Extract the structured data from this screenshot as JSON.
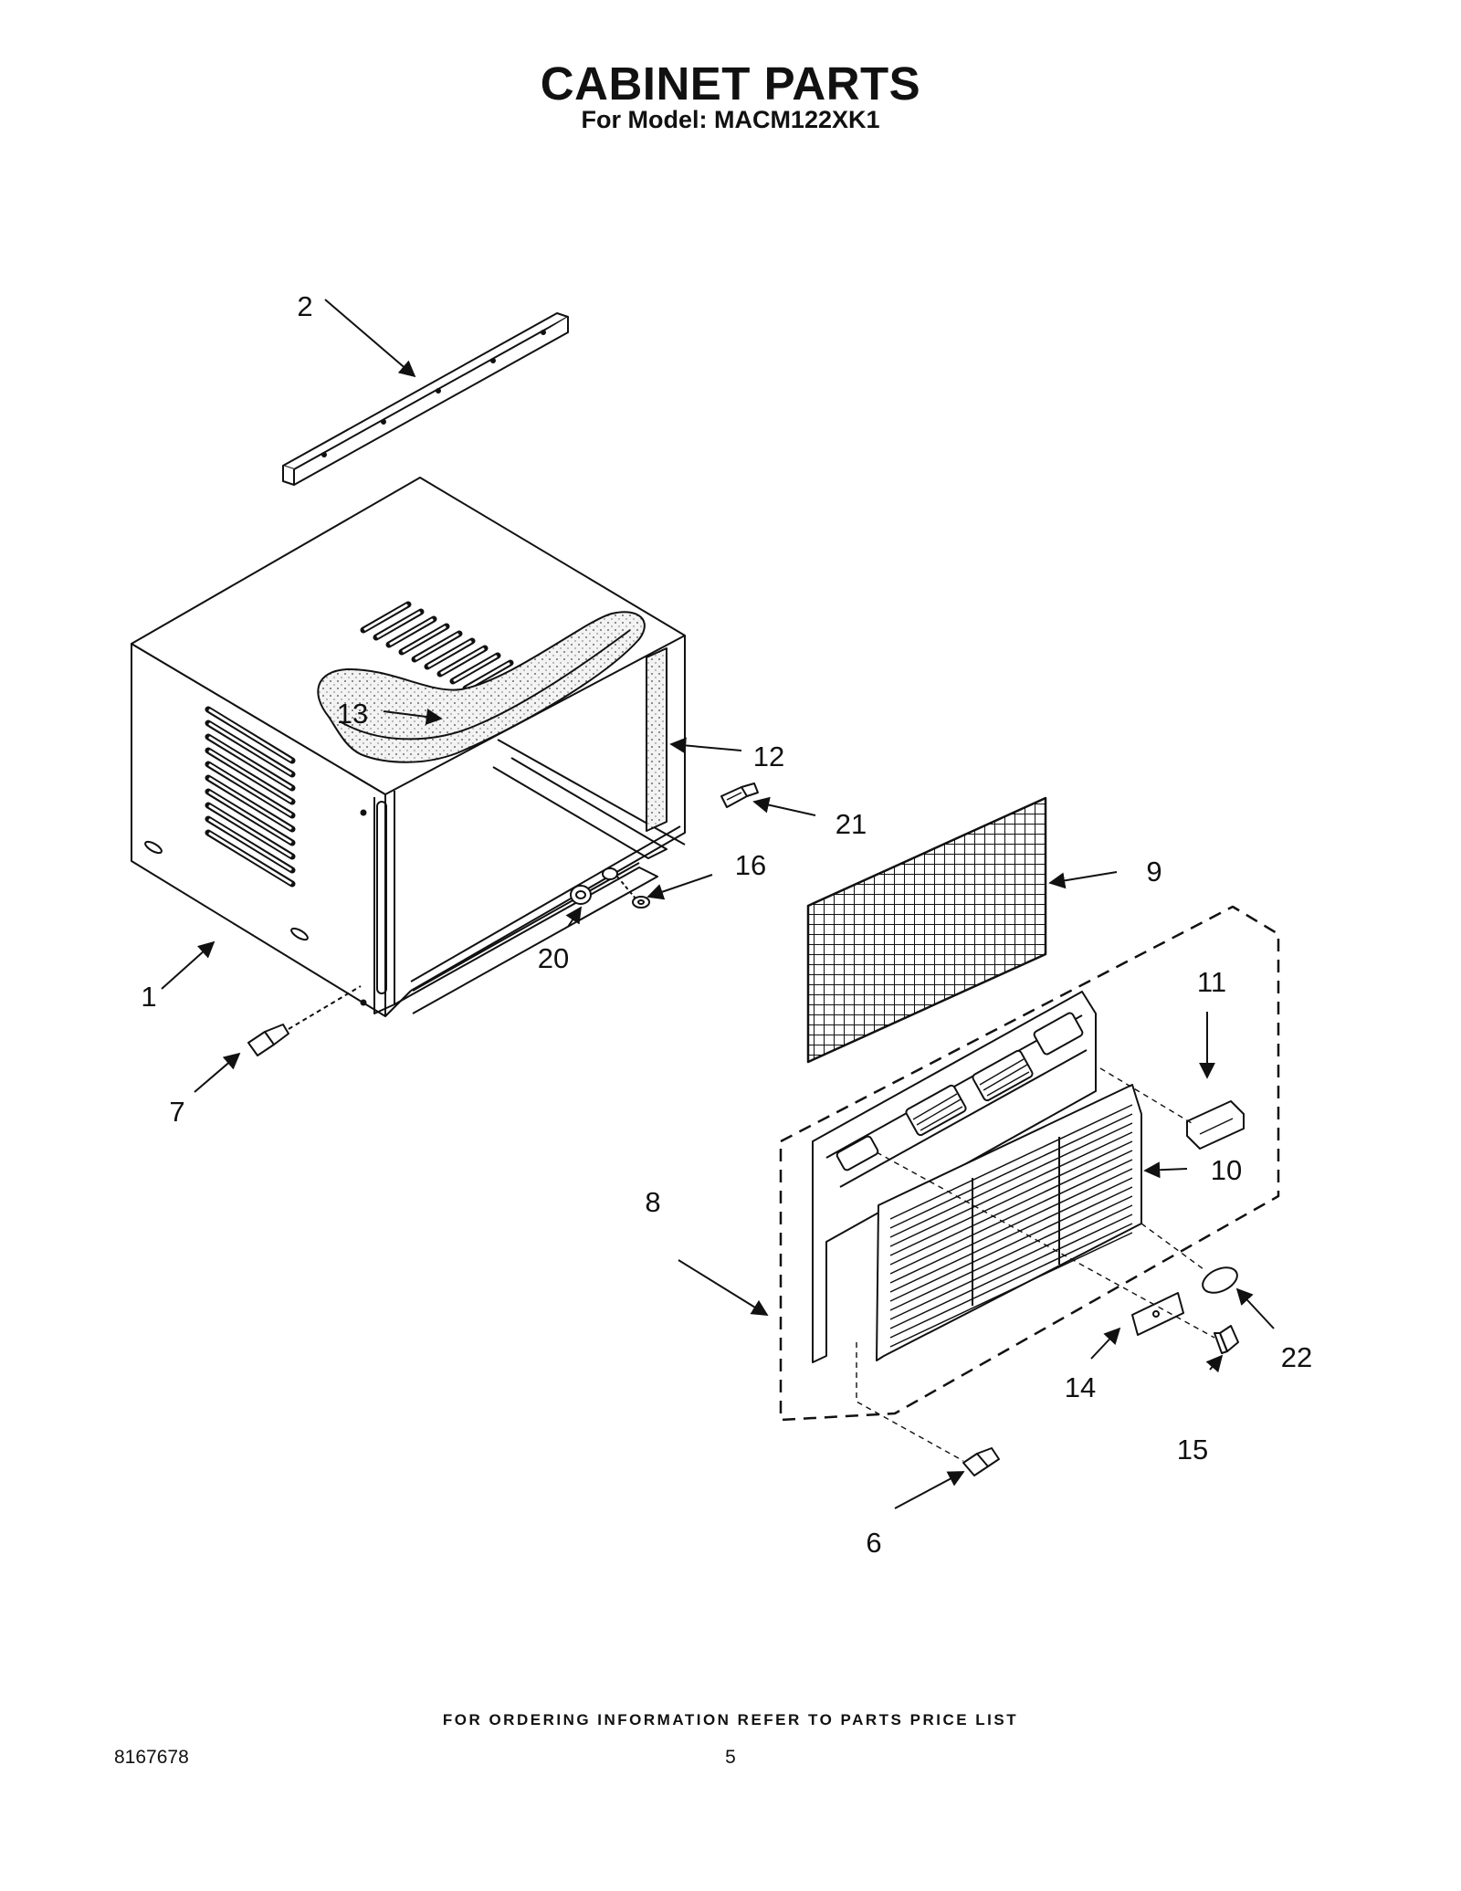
{
  "header": {
    "title": "CABINET PARTS",
    "subtitle": "For Model: MACM122XK1"
  },
  "callouts": {
    "c1": "1",
    "c2": "2",
    "c6": "6",
    "c7": "7",
    "c8": "8",
    "c9": "9",
    "c10": "10",
    "c11": "11",
    "c12": "12",
    "c13": "13",
    "c14": "14",
    "c15": "15",
    "c16": "16",
    "c20": "20",
    "c21": "21",
    "c22": "22"
  },
  "footer": {
    "ordering_note": "FOR ORDERING INFORMATION REFER TO PARTS PRICE LIST",
    "doc_number": "8167678",
    "page_number": "5"
  }
}
